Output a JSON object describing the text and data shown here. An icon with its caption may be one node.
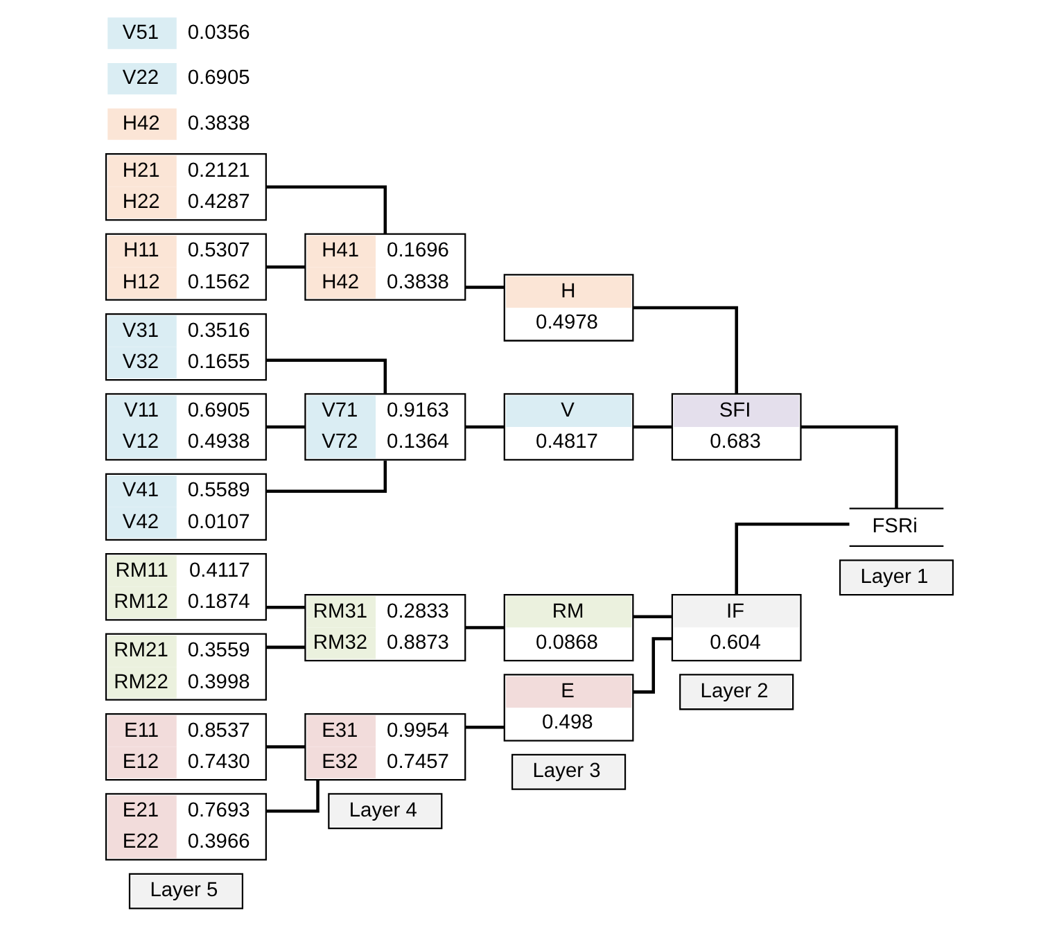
{
  "diagram": {
    "nodes": [
      {
        "text": [
          "Layer 5"
        ]
      },
      {
        "text": [
          "Layer 4"
        ]
      },
      {
        "text": [
          "Layer 3"
        ]
      },
      {
        "text": [
          "Layer 2"
        ]
      },
      {
        "text": [
          "Layer 1"
        ]
      },
      {
        "text": [
          "H11",
          "0.5307",
          "H12",
          "0.1562"
        ]
      },
      {
        "text": [
          "H41",
          "0.1696",
          "H42",
          "0.3838"
        ]
      },
      {
        "text": [
          "H21",
          "0.2121",
          "H22",
          "0.4287"
        ]
      },
      {
        "text": [
          "H",
          "0.4978"
        ]
      },
      {
        "text": [
          "H42",
          "0.3838"
        ]
      },
      {
        "text": [
          "SFI",
          "0.683"
        ]
      },
      {
        "text": [
          "V31",
          "0.3516",
          "V32",
          "0.1655"
        ]
      },
      {
        "text": [
          "V11",
          "0.6905",
          "V12",
          "0.4938"
        ]
      },
      {
        "text": [
          "V71",
          "0.9163",
          "V72",
          "0.1364"
        ]
      },
      {
        "text": [
          "V",
          "0.4817"
        ]
      },
      {
        "text": [
          "V22",
          "0.6905"
        ]
      },
      {
        "text": [
          "V51",
          "0.0356"
        ]
      },
      {
        "text": [
          "FSRi"
        ]
      },
      {
        "text": [
          "V41",
          "0.5589",
          "V42",
          "0.0107"
        ]
      },
      {
        "text": [
          "E11",
          "0.8537",
          "E12",
          "0.7430"
        ]
      },
      {
        "text": [
          "E31",
          "0.9954",
          "E32",
          "0.7457"
        ]
      },
      {
        "text": [
          "E21",
          "0.7693",
          "E22",
          "0.3966"
        ]
      },
      {
        "text": [
          "E",
          "0.498"
        ]
      },
      {
        "text": [
          "IF",
          "0.604"
        ]
      },
      {
        "text": [
          "RM11",
          "0.4117",
          "RM12",
          "0.1874"
        ]
      },
      {
        "text": [
          "RM31",
          "0.2833",
          "RM32",
          "0.8873"
        ]
      },
      {
        "text": [
          "RM21",
          "0.3559",
          "RM22",
          "0.3998"
        ]
      },
      {
        "text": [
          "RM",
          "0.0868"
        ]
      }
    ],
    "edges": [
      {
        "from": 5,
        "to": 6,
        "arrow": "none"
      },
      {
        "from": 7,
        "to": 6,
        "arrow": "none"
      },
      {
        "from": 6,
        "to": 8,
        "arrow": "none"
      },
      {
        "from": 8,
        "to": 10,
        "arrow": "none"
      },
      {
        "from": 11,
        "to": 13,
        "arrow": "none"
      },
      {
        "from": 12,
        "to": 13,
        "arrow": "none"
      },
      {
        "from": 18,
        "to": 13,
        "arrow": "none"
      },
      {
        "from": 13,
        "to": 14,
        "arrow": "none"
      },
      {
        "from": 14,
        "to": 10,
        "arrow": "none"
      },
      {
        "from": 10,
        "to": 17,
        "arrow": "none"
      },
      {
        "from": 19,
        "to": 20,
        "arrow": "none"
      },
      {
        "from": 21,
        "to": 20,
        "arrow": "none"
      },
      {
        "from": 20,
        "to": 22,
        "arrow": "none"
      },
      {
        "from": 22,
        "to": 23,
        "arrow": "none"
      },
      {
        "from": 24,
        "to": 25,
        "arrow": "none"
      },
      {
        "from": 26,
        "to": 25,
        "arrow": "none"
      },
      {
        "from": 25,
        "to": 27,
        "arrow": "none"
      },
      {
        "from": 27,
        "to": 23,
        "arrow": "none"
      },
      {
        "from": 23,
        "to": 17,
        "arrow": "none"
      }
    ]
  }
}
